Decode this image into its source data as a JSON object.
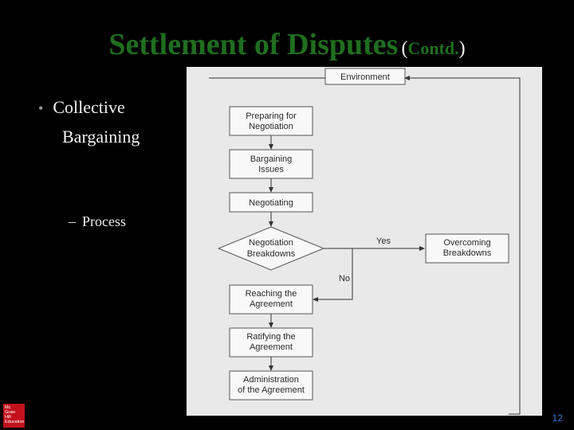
{
  "slide": {
    "title": "Settlement of Disputes",
    "title_open_paren": "(",
    "title_contd": "Contd.",
    "title_close_paren": ")",
    "bullet_marker": "•",
    "bullet_line1": "Collective",
    "bullet_line2": "Bargaining",
    "sub_marker": "–",
    "sub_text": "Process",
    "page_number": "12",
    "logo_lines": [
      "Mc",
      "Graw",
      "Hill",
      "Education"
    ]
  },
  "diagram": {
    "environment": "Environment",
    "steps": [
      [
        "Preparing for",
        "Negotiation"
      ],
      [
        "Bargaining",
        "Issues"
      ],
      [
        "Negotiating"
      ],
      [
        "Negotiation",
        "Breakdowns"
      ],
      [
        "Reaching the",
        "Agreement"
      ],
      [
        "Ratifying the",
        "Agreement"
      ],
      [
        "Administration",
        "of the Agreement"
      ]
    ],
    "overcoming": [
      "Overcoming",
      "Breakdowns"
    ],
    "yes_label": "Yes",
    "no_label": "No"
  },
  "colors": {
    "background": "#000000",
    "title_green": "#1f6e1f",
    "text": "#f0f0f0",
    "diagram_bg": "#e9e9e9",
    "logo_red": "#c1121c",
    "page_number_blue": "#3b6fd6"
  }
}
